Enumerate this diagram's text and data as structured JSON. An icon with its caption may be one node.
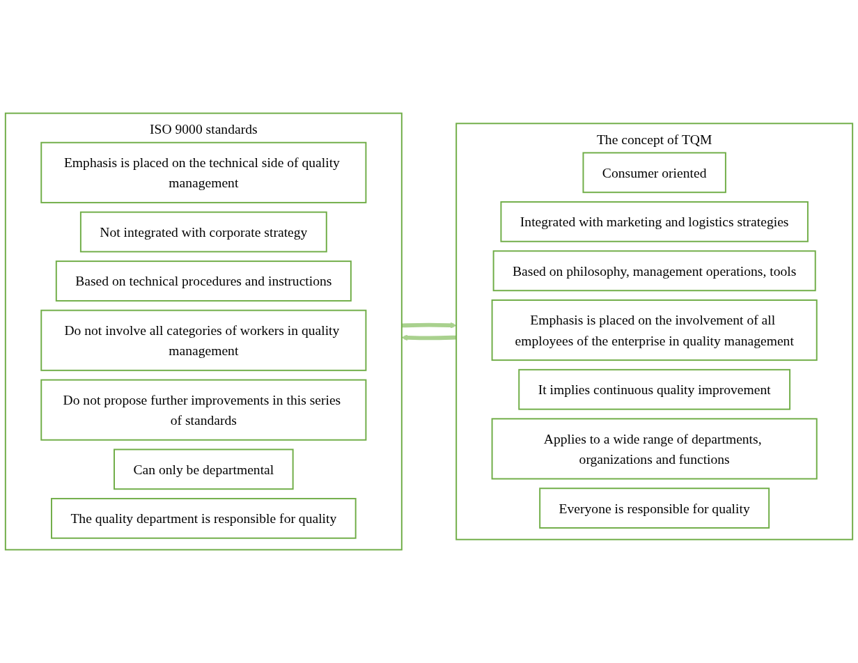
{
  "diagram": {
    "nodes": [
      {
        "text": [
          "ISO 9000 standards"
        ]
      },
      {
        "text": [
          "Emphasis is placed on the technical side of quality management"
        ],
        "in": 0
      },
      {
        "text": [
          "Not integrated with corporate strategy"
        ],
        "in": 0
      },
      {
        "text": [
          "Based on technical procedures and instructions"
        ],
        "in": 0
      },
      {
        "text": [
          "Do not involve all categories of workers in quality management"
        ],
        "in": 0
      },
      {
        "text": [
          "Do not propose further improvements in this series of standards"
        ],
        "in": 0
      },
      {
        "text": [
          "Can only be departmental"
        ],
        "in": 0
      },
      {
        "text": [
          "The quality department is responsible for quality"
        ],
        "in": 0
      },
      {
        "text": [
          "The concept of TQM"
        ]
      },
      {
        "text": [
          "Consumer oriented"
        ],
        "in": 8
      },
      {
        "text": [
          "Integrated with marketing and logistics strategies"
        ],
        "in": 8
      },
      {
        "text": [
          "Based on philosophy, management operations, tools"
        ],
        "in": 8
      },
      {
        "text": [
          "Emphasis is placed on the involvement of all employees of the enterprise in quality management"
        ],
        "in": 8
      },
      {
        "text": [
          "It implies continuous quality improvement"
        ],
        "in": 8
      },
      {
        "text": [
          "Applies to a wide range of departments, organizations and functions"
        ],
        "in": 8
      },
      {
        "text": [
          "Everyone is responsible for quality"
        ],
        "in": 8
      }
    ],
    "edges": [
      {
        "from": 0,
        "to": 8,
        "arrow": "to"
      },
      {
        "from": 8,
        "to": 0,
        "arrow": "to"
      }
    ]
  }
}
